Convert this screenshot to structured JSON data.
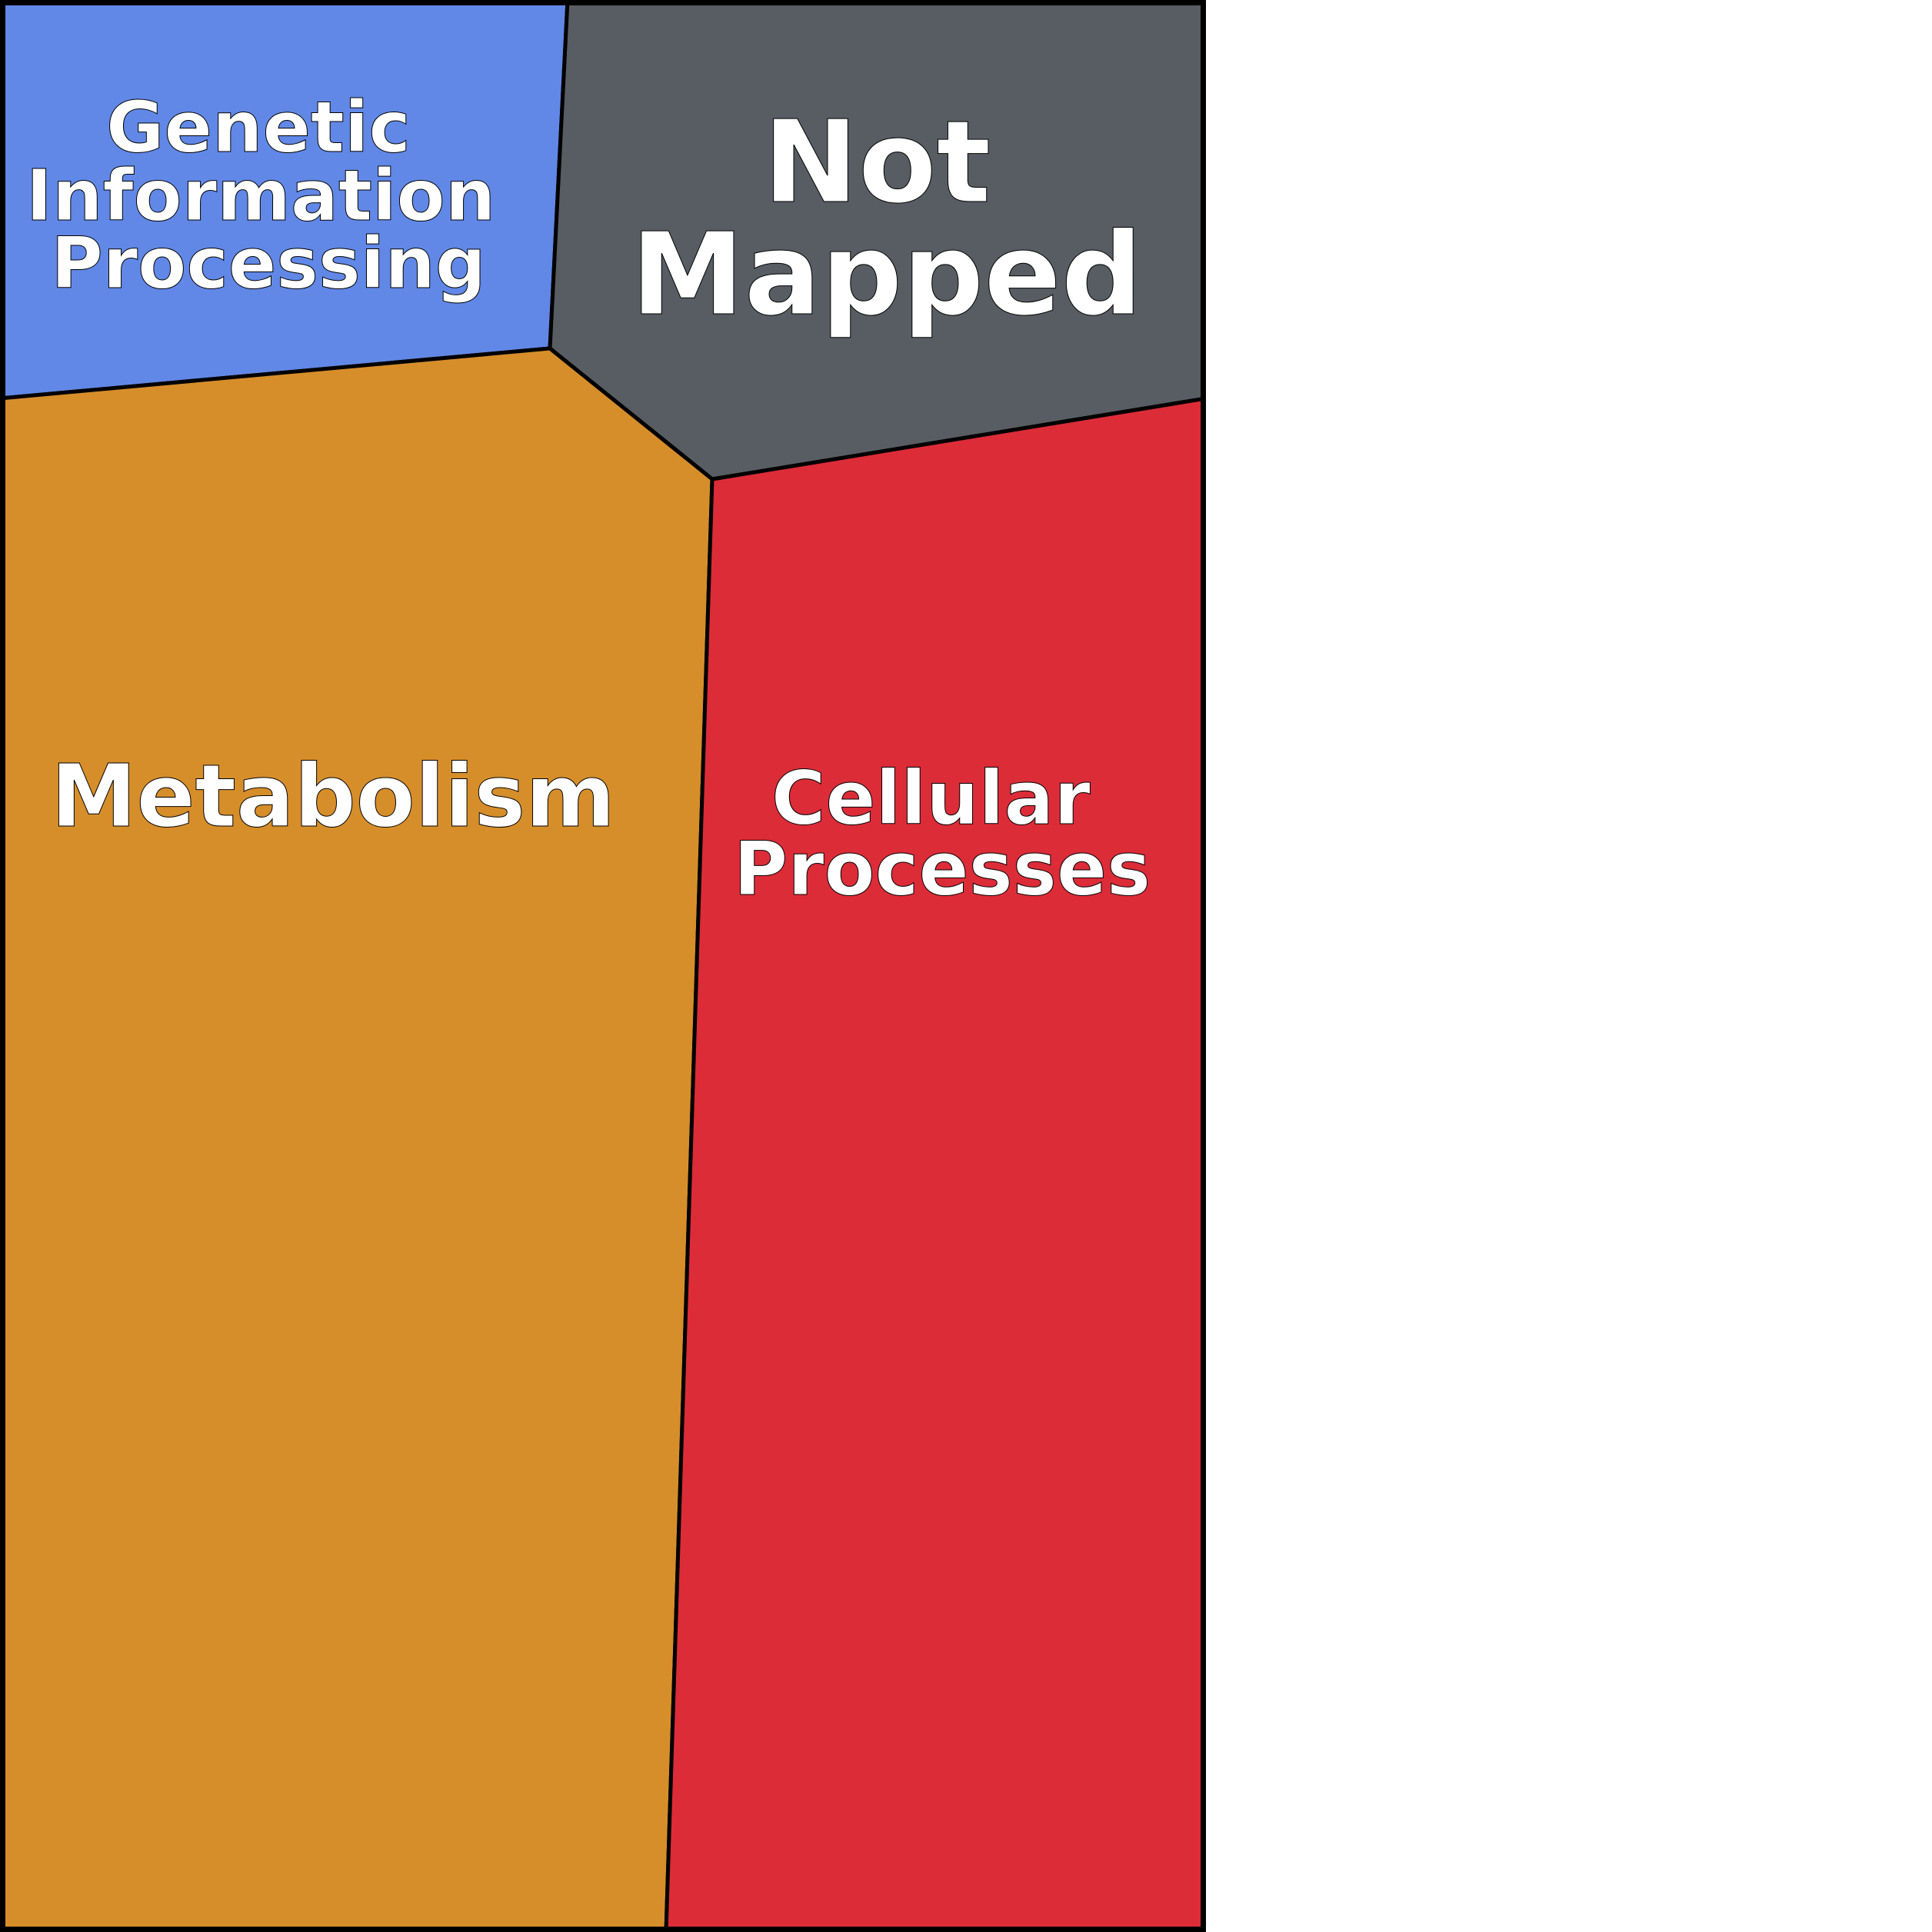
{
  "chart_data": {
    "type": "voronoi-treemap",
    "title": "",
    "categories": [
      {
        "id": "genetic",
        "label_lines": [
          "Genetic",
          "Information",
          "Processing"
        ],
        "color": "#6188E6"
      },
      {
        "id": "notmapped",
        "label_lines": [
          "Not",
          "Mapped"
        ],
        "color": "#575D62"
      },
      {
        "id": "metabolism",
        "label_lines": [
          "Metabolism"
        ],
        "color": "#D68E2B"
      },
      {
        "id": "cellular",
        "label_lines": [
          "Cellular",
          "Processes"
        ],
        "color": "#DC2C38"
      }
    ],
    "border_color": "#000000"
  }
}
